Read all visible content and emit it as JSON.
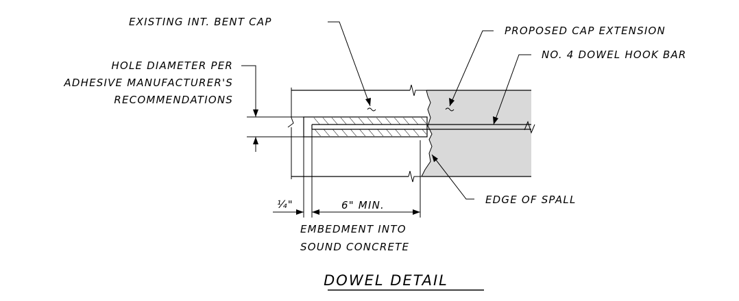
{
  "labels": {
    "existing_cap": "EXISTING INT. BENT CAP",
    "proposed_extension": "PROPOSED CAP EXTENSION",
    "dowel_bar": "NO. 4 DOWEL HOOK BAR",
    "hole_diameter": [
      "HOLE DIAMETER PER",
      "ADHESIVE MANUFACTURER'S",
      "RECOMMENDATIONS"
    ],
    "quarter_inch": "¼\"",
    "six_min": "6\" MIN.",
    "embedment": [
      "EMBEDMENT INTO",
      "SOUND CONCRETE"
    ],
    "edge_of_spall": "EDGE OF SPALL",
    "title": "DOWEL DETAIL"
  },
  "colors": {
    "line": "#000000",
    "extension_fill": "#d9d9d9",
    "background": "#ffffff"
  }
}
